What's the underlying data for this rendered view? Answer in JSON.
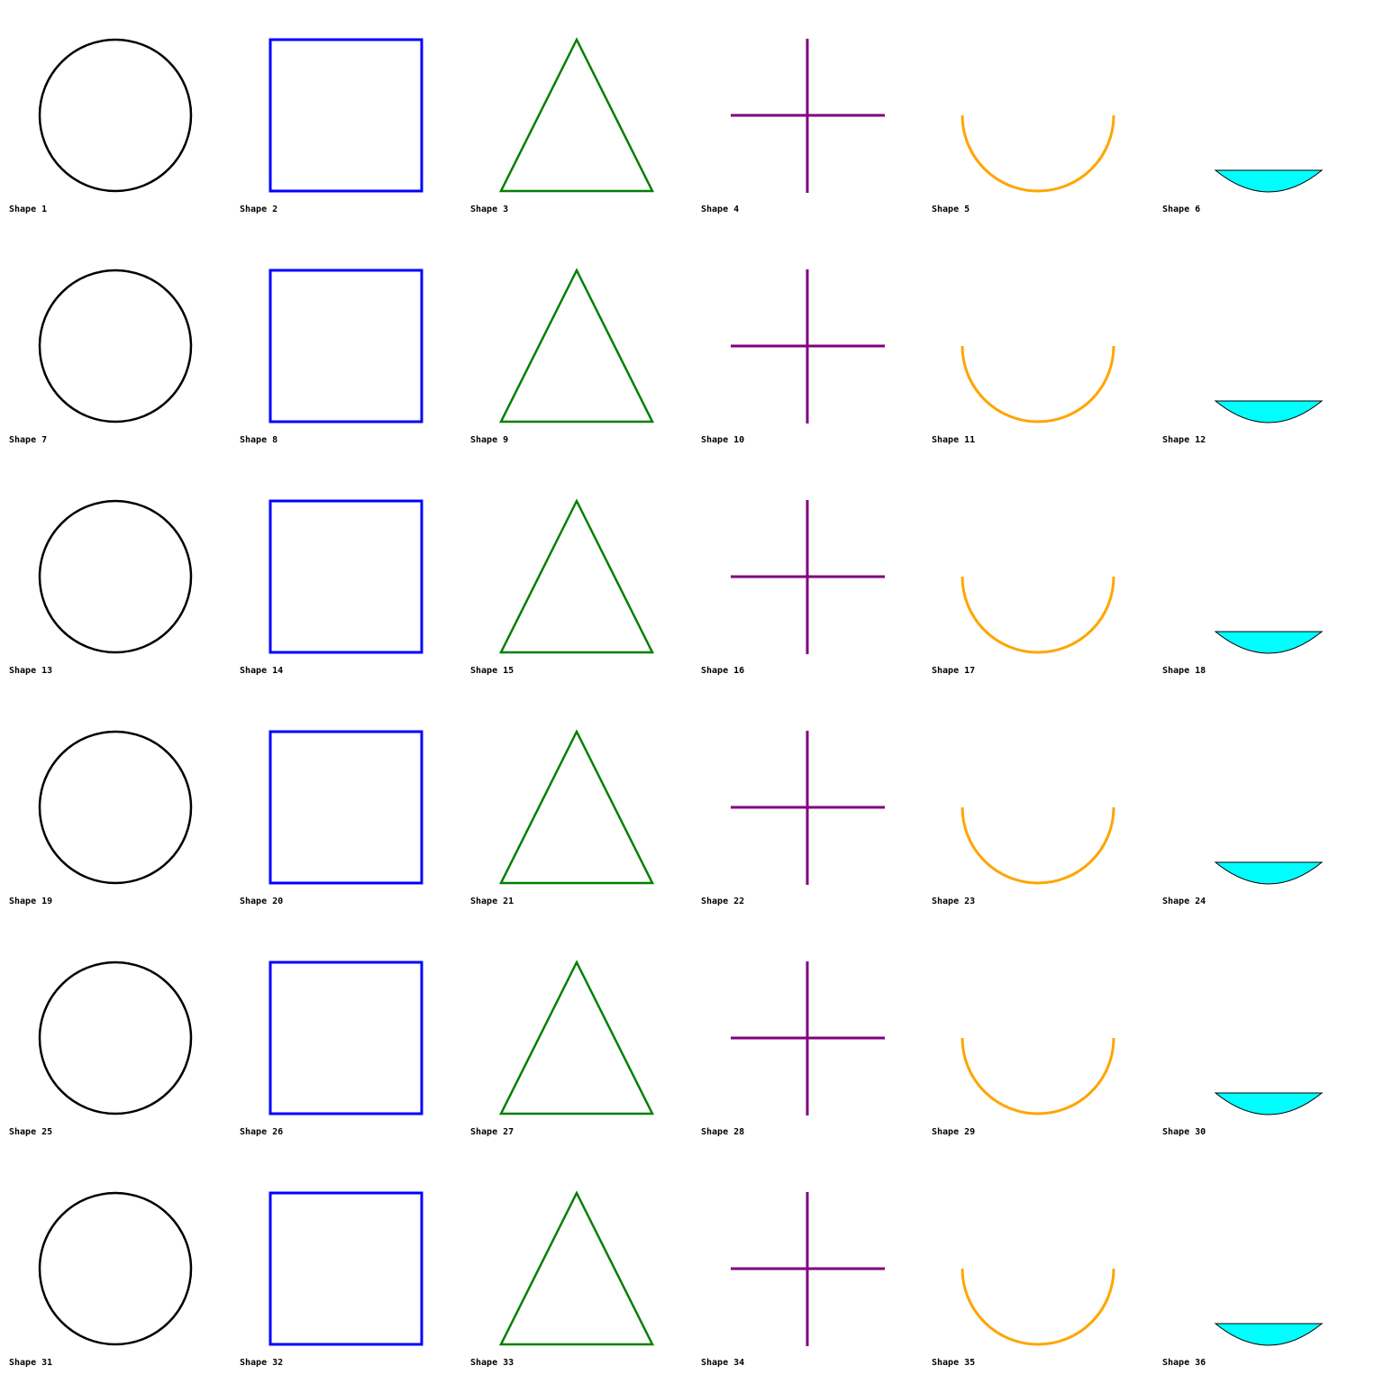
{
  "colors": {
    "background": "#ffffff",
    "label": "#000000",
    "circle": "#000000",
    "square": "#0000ff",
    "triangle": "#008000",
    "cross": "#800080",
    "arc": "#ffa500",
    "segment_fill": "#00ffff",
    "segment_stroke": "#000000"
  },
  "grid": {
    "rows": 6,
    "columns": 6
  },
  "column_shapes": [
    "circle",
    "square",
    "triangle",
    "cross",
    "arc",
    "segment"
  ],
  "shapes": [
    {
      "label": "Shape 1",
      "kind": "circle"
    },
    {
      "label": "Shape 2",
      "kind": "square"
    },
    {
      "label": "Shape 3",
      "kind": "triangle"
    },
    {
      "label": "Shape 4",
      "kind": "cross"
    },
    {
      "label": "Shape 5",
      "kind": "arc"
    },
    {
      "label": "Shape 6",
      "kind": "segment"
    },
    {
      "label": "Shape 7",
      "kind": "circle"
    },
    {
      "label": "Shape 8",
      "kind": "square"
    },
    {
      "label": "Shape 9",
      "kind": "triangle"
    },
    {
      "label": "Shape 10",
      "kind": "cross"
    },
    {
      "label": "Shape 11",
      "kind": "arc"
    },
    {
      "label": "Shape 12",
      "kind": "segment"
    },
    {
      "label": "Shape 13",
      "kind": "circle"
    },
    {
      "label": "Shape 14",
      "kind": "square"
    },
    {
      "label": "Shape 15",
      "kind": "triangle"
    },
    {
      "label": "Shape 16",
      "kind": "cross"
    },
    {
      "label": "Shape 17",
      "kind": "arc"
    },
    {
      "label": "Shape 18",
      "kind": "segment"
    },
    {
      "label": "Shape 19",
      "kind": "circle"
    },
    {
      "label": "Shape 20",
      "kind": "square"
    },
    {
      "label": "Shape 21",
      "kind": "triangle"
    },
    {
      "label": "Shape 22",
      "kind": "cross"
    },
    {
      "label": "Shape 23",
      "kind": "arc"
    },
    {
      "label": "Shape 24",
      "kind": "segment"
    },
    {
      "label": "Shape 25",
      "kind": "circle"
    },
    {
      "label": "Shape 26",
      "kind": "square"
    },
    {
      "label": "Shape 27",
      "kind": "triangle"
    },
    {
      "label": "Shape 28",
      "kind": "cross"
    },
    {
      "label": "Shape 29",
      "kind": "arc"
    },
    {
      "label": "Shape 30",
      "kind": "segment"
    },
    {
      "label": "Shape 31",
      "kind": "circle"
    },
    {
      "label": "Shape 32",
      "kind": "square"
    },
    {
      "label": "Shape 33",
      "kind": "triangle"
    },
    {
      "label": "Shape 34",
      "kind": "cross"
    },
    {
      "label": "Shape 35",
      "kind": "arc"
    },
    {
      "label": "Shape 36",
      "kind": "segment"
    }
  ]
}
